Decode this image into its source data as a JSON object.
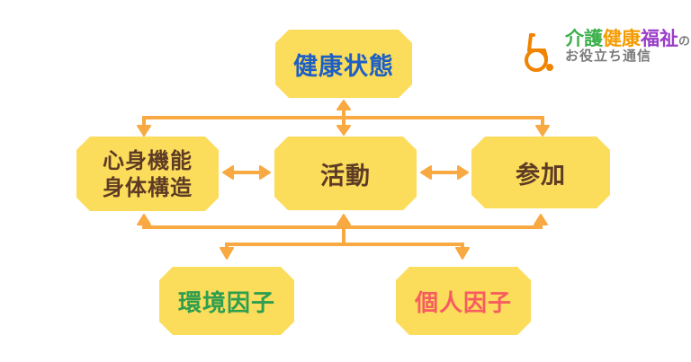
{
  "logo": {
    "icon": "wheelchair-icon",
    "icon_color": "#F08300",
    "title_parts": [
      {
        "text": "介護",
        "color": "#3CB04B"
      },
      {
        "text": "健康",
        "color": "#F59B00"
      },
      {
        "text": "福祉",
        "color": "#9B3DC8"
      },
      {
        "text": "の",
        "color": "#7B7B7B"
      }
    ],
    "subtitle": "お役立ち通信",
    "subtitle_color": "#7B7B7B"
  },
  "diagram": {
    "box_fill": "#FBDC5B",
    "arrow_color": "#F8A942",
    "nodes": {
      "health": {
        "label": "健康状態",
        "color": "#1E5FC4"
      },
      "body": {
        "line1": "心身機能",
        "line2": "身体構造",
        "color": "#5E3B25"
      },
      "activity": {
        "label": "活動",
        "color": "#5E3B25"
      },
      "participation": {
        "label": "参加",
        "color": "#5E3B25"
      },
      "environment": {
        "label": "環境因子",
        "color": "#2E9E4F"
      },
      "personal": {
        "label": "個人因子",
        "color": "#F75C60"
      }
    }
  }
}
